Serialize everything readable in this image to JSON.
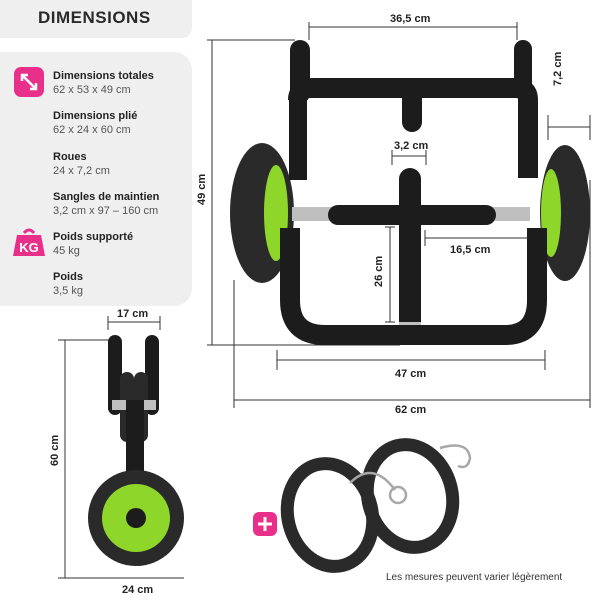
{
  "header": {
    "title": "DIMENSIONS"
  },
  "specs": [
    {
      "label": "Dimensions totales",
      "value": "62 x 53 x 49 cm",
      "icon": "resize-arrows-icon"
    },
    {
      "label": "Dimensions plié",
      "value": "62 x 24 x 60 cm"
    },
    {
      "label": "Roues",
      "value": "24 x 7,2 cm"
    },
    {
      "label": "Sangles de maintien",
      "value": "3,2 cm x 97 – 160 cm"
    },
    {
      "label": "Poids supporté",
      "value": "45 kg",
      "icon": "kg-weight-icon"
    },
    {
      "label": "Poids",
      "value": "3,5 kg"
    }
  ],
  "measures": {
    "top_width": "36,5 cm",
    "wheel_width": "7,2 cm",
    "height": "49 cm",
    "bar_width": "3,2 cm",
    "half_axle": "16,5 cm",
    "center_height": "26 cm",
    "inner_width": "47 cm",
    "total_width": "62 cm",
    "folded_top": "17 cm",
    "folded_height": "60 cm",
    "folded_bottom": "24 cm"
  },
  "footer": {
    "note": "Les mesures peuvent varier légèrement"
  },
  "colors": {
    "accent": "#e8308a",
    "wheel_green": "#8fd62a",
    "frame": "#1c1c1c"
  }
}
